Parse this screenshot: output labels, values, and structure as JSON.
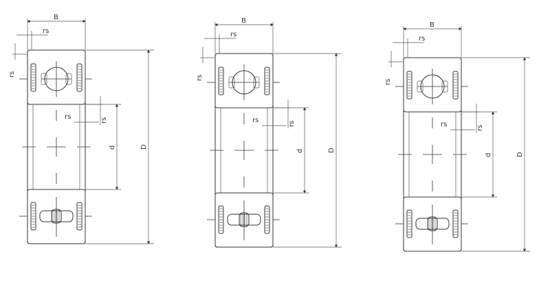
{
  "bearings": [
    {
      "id": "bearing-1",
      "labels": {
        "width": "B",
        "chamfer_outer_top": "rs",
        "chamfer_outer_side": "rs",
        "chamfer_inner_top": "rs",
        "chamfer_inner_side": "rs",
        "bore": "d",
        "outer_diameter": "D"
      }
    },
    {
      "id": "bearing-2",
      "labels": {
        "width": "B",
        "chamfer_outer_top": "rs",
        "chamfer_outer_side": "rs",
        "chamfer_inner_top": "rs",
        "chamfer_inner_side": "rs",
        "bore": "d",
        "outer_diameter": "D"
      }
    },
    {
      "id": "bearing-3",
      "labels": {
        "width": "B",
        "chamfer_outer_top": "rs",
        "chamfer_outer_side": "rs",
        "chamfer_inner_top": "rs",
        "chamfer_inner_side": "rs",
        "bore": "d",
        "outer_diameter": "D"
      }
    }
  ],
  "colors": {
    "line": "#333333",
    "background": "#ffffff"
  }
}
